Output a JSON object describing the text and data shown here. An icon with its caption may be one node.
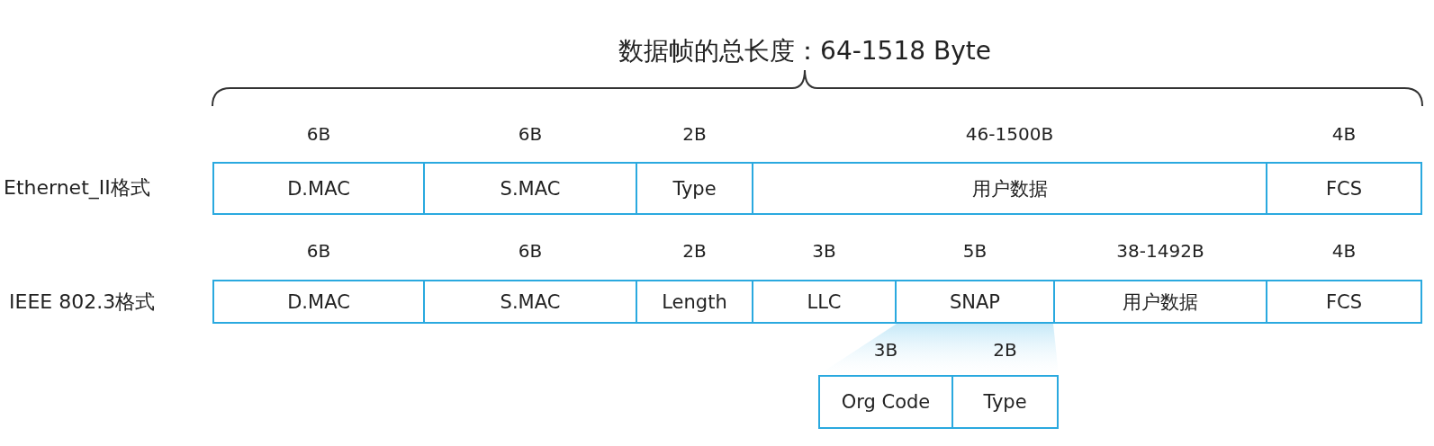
{
  "diagram": {
    "title": "数据帧的总长度：64-1518 Byte",
    "nodes": [
      {
        "text": [
          "D.MAC"
        ],
        "beside": [
          "6B"
        ]
      },
      {
        "text": [
          "S.MAC"
        ],
        "beside": [
          "6B"
        ]
      },
      {
        "text": [
          "Type"
        ],
        "beside": [
          "2B"
        ]
      },
      {
        "text": [
          "用户数据"
        ],
        "beside": [
          "46-1500B"
        ]
      },
      {
        "text": [
          "FCS"
        ],
        "beside": [
          "4B"
        ]
      },
      {
        "text": [
          "D.MAC"
        ],
        "beside": [
          "6B"
        ]
      },
      {
        "text": [
          "S.MAC"
        ],
        "beside": [
          "6B"
        ]
      },
      {
        "text": [
          "Length"
        ],
        "beside": [
          "2B"
        ]
      },
      {
        "text": [
          "LLC"
        ],
        "beside": [
          "3B"
        ]
      },
      {
        "text": [
          "SNAP"
        ],
        "beside": [
          "5B"
        ]
      },
      {
        "text": [
          "用户数据"
        ],
        "beside": [
          "38-1492B"
        ]
      },
      {
        "text": [
          "FCS"
        ],
        "beside": [
          "4B"
        ]
      },
      {
        "text": [
          "Org Code"
        ],
        "beside": [
          "3B"
        ]
      },
      {
        "text": [
          "Type"
        ],
        "beside": [
          "2B"
        ]
      }
    ],
    "labels": [
      "Ethernet_II格式",
      "IEEE 802.3格式"
    ]
  }
}
